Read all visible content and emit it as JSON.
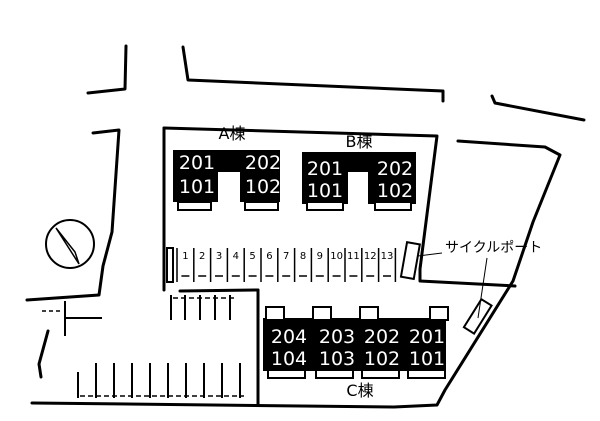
{
  "colors": {
    "ink": "#000000",
    "paper": "#ffffff"
  },
  "icons": {
    "north": "compass-north-arrow-icon"
  },
  "buildings": {
    "a": {
      "name": "A棟",
      "units_upper": [
        "201",
        "202"
      ],
      "units_lower": [
        "101",
        "102"
      ]
    },
    "b": {
      "name": "B棟",
      "units_upper": [
        "201",
        "202"
      ],
      "units_lower": [
        "101",
        "102"
      ]
    },
    "c": {
      "name": "C棟",
      "units_upper": [
        "204",
        "203",
        "202",
        "201"
      ],
      "units_lower": [
        "104",
        "103",
        "102",
        "101"
      ]
    }
  },
  "parking": {
    "numbered_slots": [
      "1",
      "2",
      "3",
      "4",
      "5",
      "6",
      "7",
      "8",
      "9",
      "10",
      "11",
      "12",
      "13"
    ]
  },
  "cycle_port": {
    "label": "サイクルポート"
  }
}
